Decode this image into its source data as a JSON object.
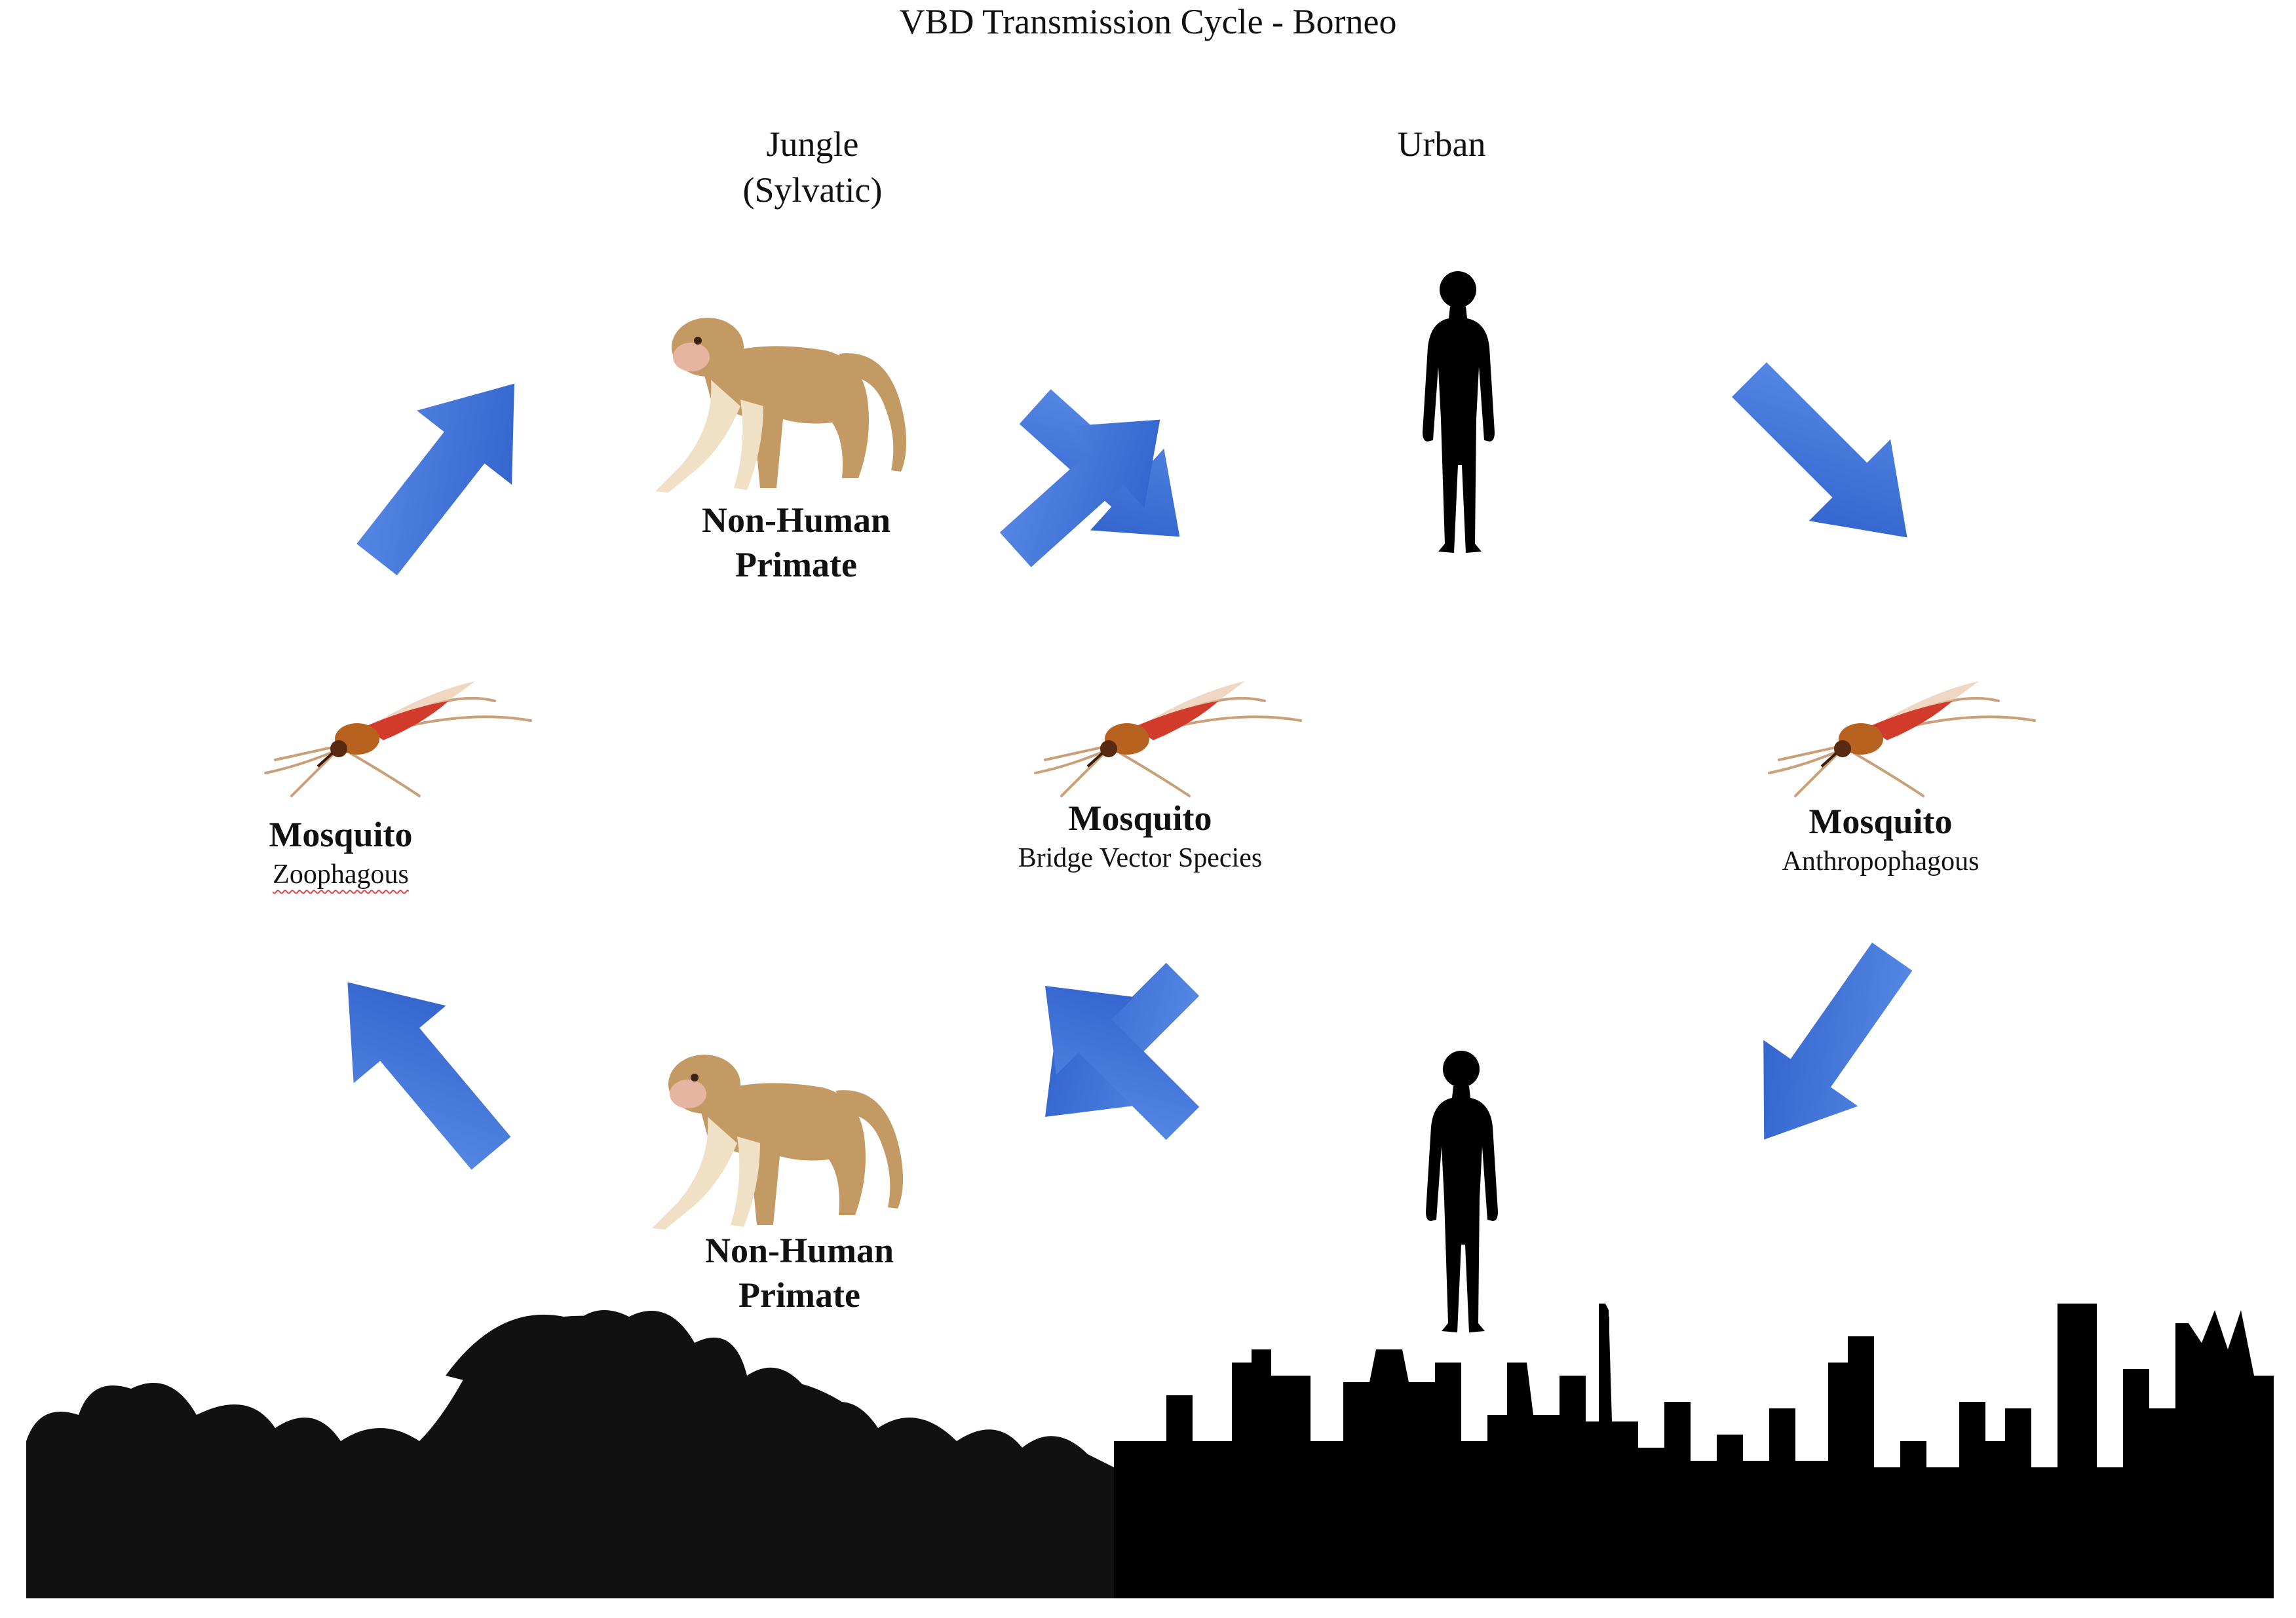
{
  "title": "VBD Transmission Cycle - Borneo",
  "regions": {
    "jungle": [
      "Jungle",
      "(Sylvatic)"
    ],
    "urban": "Urban"
  },
  "nodes": {
    "primate_top": {
      "name": [
        "Non-Human",
        "Primate"
      ],
      "icon": "monkey-icon"
    },
    "primate_bottom": {
      "name": [
        "Non-Human",
        "Primate"
      ],
      "icon": "monkey-icon"
    },
    "mosquito_left": {
      "name": "Mosquito",
      "subtitle": "Zoophagous",
      "icon": "mosquito-icon"
    },
    "mosquito_center": {
      "name": "Mosquito",
      "subtitle": "Bridge Vector Species",
      "icon": "mosquito-icon"
    },
    "mosquito_right": {
      "name": "Mosquito",
      "subtitle": "Anthropophagous",
      "icon": "mosquito-icon"
    },
    "human_top": {
      "icon": "human-silhouette-icon"
    },
    "human_bottom": {
      "icon": "human-silhouette-icon"
    }
  },
  "background": {
    "left": "jungle-silhouette",
    "right": "city-skyline-silhouette"
  },
  "colors": {
    "arrow_light": "#5b8de8",
    "arrow_dark": "#2c5dc9",
    "silhouette": "#000000",
    "monkey_fur": "#c49a64",
    "mosquito_body": "#c4481f"
  }
}
